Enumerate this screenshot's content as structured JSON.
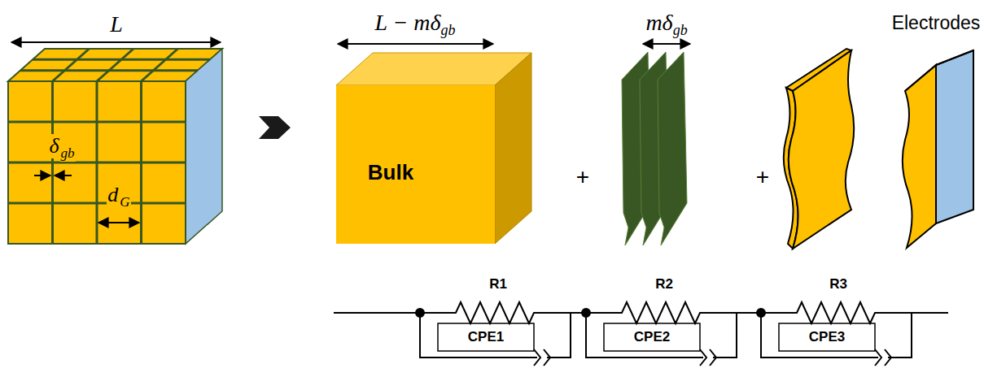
{
  "diagram": {
    "nodes": [
      {
        "text": [
          "Bulk"
        ]
      }
    ],
    "labels": [
      "L",
      "δ",
      "gb",
      "d",
      "G",
      "L − mδ",
      "gb",
      "mδ",
      "gb",
      "+",
      "+",
      "Electrodes",
      "R1",
      "R2",
      "R3",
      "CPE1",
      "CPE2",
      "CPE3"
    ]
  }
}
